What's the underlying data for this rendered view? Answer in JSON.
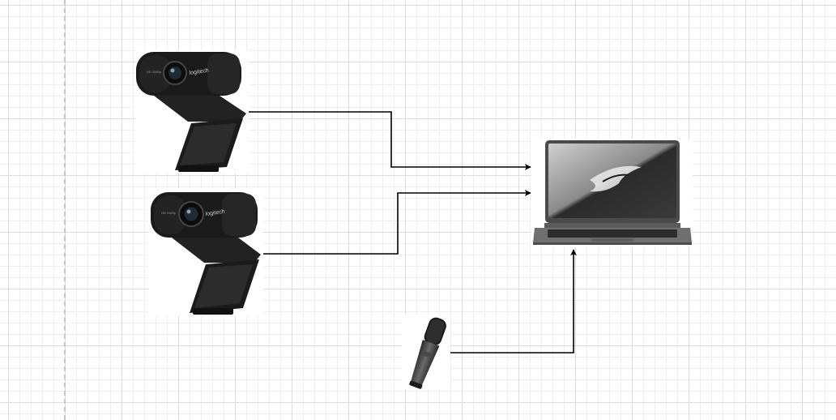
{
  "diagram": {
    "nodes": [
      {
        "id": "webcam-1",
        "icon": "webcam-icon",
        "brand": "logitech",
        "badge": "HD 1080p"
      },
      {
        "id": "webcam-2",
        "icon": "webcam-icon",
        "brand": "logitech",
        "badge": "HD 1080p"
      },
      {
        "id": "laptop",
        "icon": "laptop-icon",
        "brand": ""
      },
      {
        "id": "microphone",
        "icon": "microphone-icon",
        "brand": ""
      }
    ],
    "edges": [
      {
        "from": "webcam-1",
        "to": "laptop",
        "style": "orthogonal",
        "arrow": "end"
      },
      {
        "from": "webcam-2",
        "to": "laptop",
        "style": "orthogonal",
        "arrow": "end"
      },
      {
        "from": "microphone",
        "to": "laptop",
        "style": "orthogonal",
        "arrow": "end"
      }
    ]
  },
  "colors": {
    "grid_major": "#dcdcdc",
    "grid_minor": "#efefef",
    "connector": "#000000",
    "device_body": "#1a1a1a",
    "laptop_chassis": "#6f6f6f"
  }
}
